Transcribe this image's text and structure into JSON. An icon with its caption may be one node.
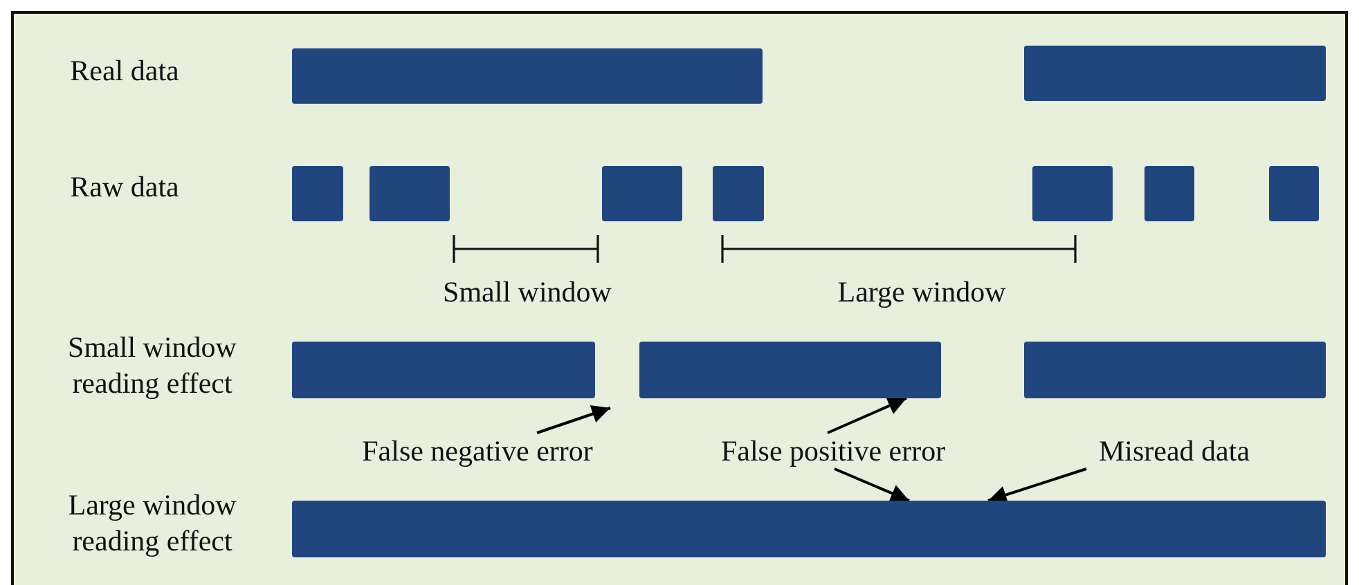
{
  "diagram": {
    "nodes": [
      {
        "text": [],
        "shape": "bar"
      },
      {
        "text": [],
        "shape": "bar"
      },
      {
        "text": [],
        "shape": "bar"
      },
      {
        "text": [],
        "shape": "bar"
      },
      {
        "text": [],
        "shape": "bar"
      },
      {
        "text": [],
        "shape": "bar"
      },
      {
        "text": [],
        "shape": "bar"
      },
      {
        "text": [],
        "shape": "bar"
      },
      {
        "text": [],
        "shape": "bar"
      },
      {
        "text": [],
        "shape": "bar"
      },
      {
        "text": [],
        "shape": "bar"
      },
      {
        "text": [],
        "shape": "bar"
      },
      {
        "text": [],
        "shape": "bar"
      },
      {
        "text": [
          "False negative error"
        ]
      },
      {
        "text": [
          "False positive error"
        ]
      },
      {
        "text": [
          "Misread data"
        ]
      }
    ],
    "edges": [
      {
        "from": 13,
        "to": null,
        "arrow": "to"
      },
      {
        "from": 14,
        "to": 10,
        "arrow": "to"
      },
      {
        "from": 14,
        "to": 12,
        "arrow": "to"
      },
      {
        "from": 15,
        "to": 12,
        "arrow": "to"
      }
    ],
    "labels": [
      "Real data",
      "Raw data",
      "Small window",
      "Large window",
      "Small window reading effect",
      "Large window reading effect"
    ]
  }
}
